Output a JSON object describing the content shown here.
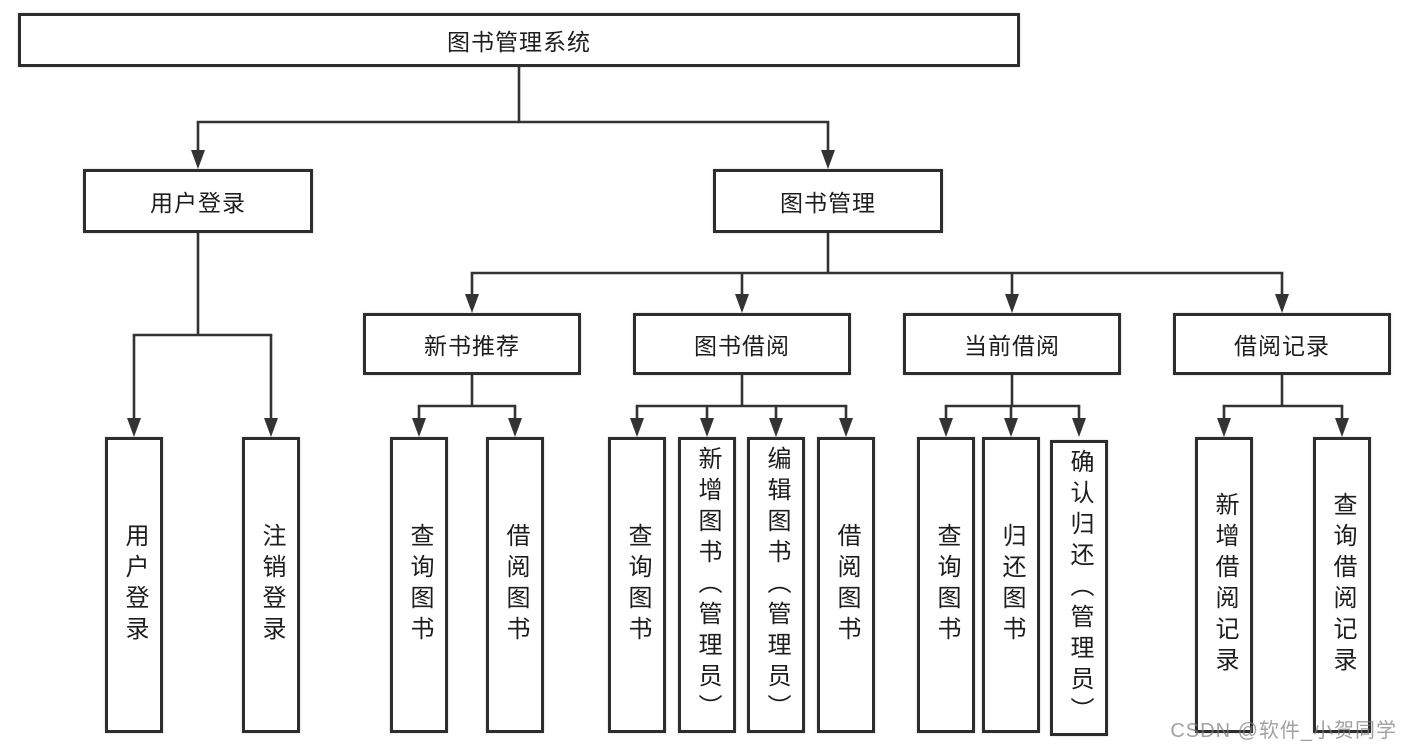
{
  "diagram": {
    "root": {
      "label": "图书管理系统"
    },
    "branches": [
      {
        "label": "用户登录",
        "children": [
          {
            "label": "用户登录"
          },
          {
            "label": "注销登录"
          }
        ]
      },
      {
        "label": "图书管理",
        "children": [
          {
            "label": "新书推荐",
            "children": [
              {
                "label": "查询图书"
              },
              {
                "label": "借阅图书"
              }
            ]
          },
          {
            "label": "图书借阅",
            "children": [
              {
                "label": "查询图书"
              },
              {
                "label": "新增图书（管理员）"
              },
              {
                "label": "编辑图书（管理员）"
              },
              {
                "label": "借阅图书"
              }
            ]
          },
          {
            "label": "当前借阅",
            "children": [
              {
                "label": "查询图书"
              },
              {
                "label": "归还图书"
              },
              {
                "label": "确认归还（管理员）"
              }
            ]
          },
          {
            "label": "借阅记录",
            "children": [
              {
                "label": "新增借阅记录"
              },
              {
                "label": "查询借阅记录"
              }
            ]
          }
        ]
      }
    ]
  },
  "colors": {
    "line": "#333333",
    "border": "#2d2d2d",
    "text": "#1d1d1d",
    "watermark": "#7d7d7d"
  },
  "watermark": {
    "text": "CSDN @软件_小贺同学"
  }
}
